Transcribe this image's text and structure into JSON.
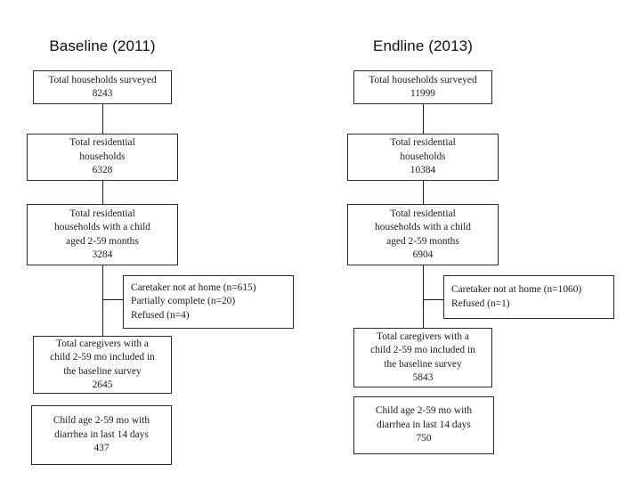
{
  "figure": {
    "type": "flowchart",
    "description": "Participant flow diagram for baseline and endline household surveys"
  },
  "columns": [
    {
      "id": "baseline",
      "title": "Baseline (2011)",
      "nodes": [
        {
          "name": "total-households-surveyed",
          "text": "Total households surveyed\n8243",
          "label": "Total households surveyed",
          "count": "8243"
        },
        {
          "name": "total-residential-households",
          "text": "Total residential\nhouseholds\n6328",
          "label": "Total residential households",
          "count": "6328"
        },
        {
          "name": "residential-households-with-child",
          "text": "Total residential\nhouseholds with a child\naged 2-59 months\n3284",
          "label": "Total residential households with a child aged 2-59 months",
          "count": "3284"
        },
        {
          "name": "total-caregivers-included",
          "text": "Total caregivers with a\nchild 2-59 mo included in\nthe baseline survey\n2645",
          "label": "Total caregivers with a child 2-59 mo included in the baseline survey",
          "count": "2645"
        },
        {
          "name": "child-with-diarrhea",
          "text": "Child age 2-59 mo with\ndiarrhea in last 14 days\n437",
          "label": "Child age 2-59 mo with diarrhea in last 14 days",
          "count": "437"
        }
      ],
      "exclusion": {
        "name": "exclusions-baseline",
        "text": "Caretaker not at home (n=615)\nPartially complete (n=20)\nRefused (n=4)",
        "reasons": [
          {
            "reason": "Caretaker not at home",
            "n": "615"
          },
          {
            "reason": "Partially complete",
            "n": "20"
          },
          {
            "reason": "Refused",
            "n": "4"
          }
        ]
      }
    },
    {
      "id": "endline",
      "title": "Endline (2013)",
      "nodes": [
        {
          "name": "total-households-surveyed",
          "text": "Total households surveyed\n11999",
          "label": "Total households surveyed",
          "count": "11999"
        },
        {
          "name": "total-residential-households",
          "text": "Total residential\nhouseholds\n10384",
          "label": "Total residential households",
          "count": "10384"
        },
        {
          "name": "residential-households-with-child",
          "text": "Total residential\nhouseholds with a child\naged 2-59 months\n6904",
          "label": "Total residential households with a child aged 2-59 months",
          "count": "6904"
        },
        {
          "name": "total-caregivers-included",
          "text": "Total caregivers with a\nchild 2-59 mo included in\nthe baseline survey\n5843",
          "label": "Total caregivers with a child 2-59 mo included in the baseline survey",
          "count": "5843"
        },
        {
          "name": "child-with-diarrhea",
          "text": "Child age 2-59 mo with\ndiarrhea in last 14 days\n750",
          "label": "Child age 2-59 mo with diarrhea in last 14 days",
          "count": "750"
        }
      ],
      "exclusion": {
        "name": "exclusions-endline",
        "text": "Caretaker not at home (n=1060)\nRefused (n=1)",
        "reasons": [
          {
            "reason": "Caretaker not at home",
            "n": "1060"
          },
          {
            "reason": "Refused",
            "n": "1"
          }
        ]
      }
    }
  ],
  "colors": {
    "background": "#ffffff",
    "box_border": "#2b2b2b",
    "connector": "#1a1a1a",
    "text": "#1a1a1a",
    "title_text": "#0d0d0d"
  }
}
